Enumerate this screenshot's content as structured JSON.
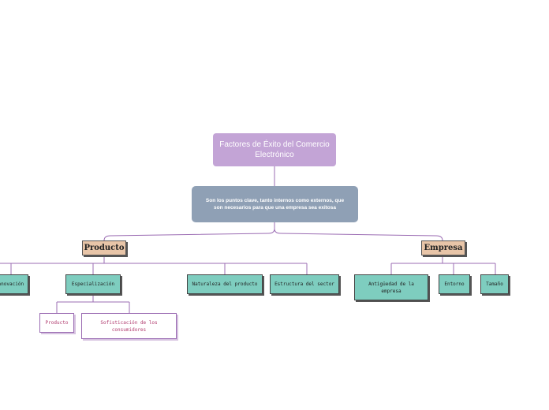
{
  "root": {
    "text": "Factores de Éxito del Comercio Electrónico"
  },
  "description": {
    "text": "Son los puntos clave, tanto internos como externos, que son necesarios para que una empresa sea exitosa"
  },
  "categories": {
    "producto": "Producto",
    "empresa": "Empresa"
  },
  "producto_children": {
    "innovacion": "Innovación",
    "especializacion": "Especialización",
    "naturaleza": "Naturaleza del producto",
    "estructura": "Estructura del sector"
  },
  "especializacion_children": {
    "producto": "Producto",
    "sofisticacion": "Sofisticación de los consumidores"
  },
  "empresa_children": {
    "antiguedad": "Antigüedad de la empresa",
    "entorno": "Entorno",
    "tamano": "Tamaño"
  },
  "colors": {
    "link": "#9b6cb3",
    "root": "#c3a4d6",
    "description": "#8fa0b5",
    "category": "#e8c5a8",
    "leaf": "#7ecdbf"
  }
}
